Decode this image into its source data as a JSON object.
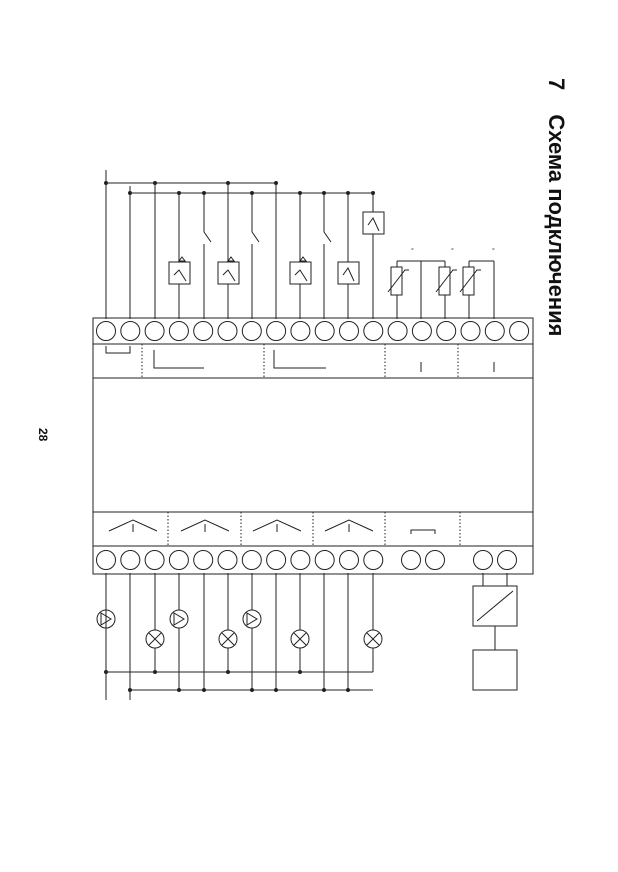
{
  "page": {
    "section_number": "7",
    "section_title": "Схема подключения",
    "page_number": "28"
  },
  "diagram": {
    "line_color": "#222222",
    "top_terminal_count": 18,
    "bottom_terminals_left_group": 12,
    "bottom_terminals_middle_group": 2,
    "bottom_terminals_right_group": 2,
    "relay_outputs": 5,
    "sensor_inputs": 3,
    "load_symbols": [
      "pump",
      "lamp",
      "pump",
      "lamp",
      "pump",
      "lamp",
      "lamp"
    ]
  }
}
